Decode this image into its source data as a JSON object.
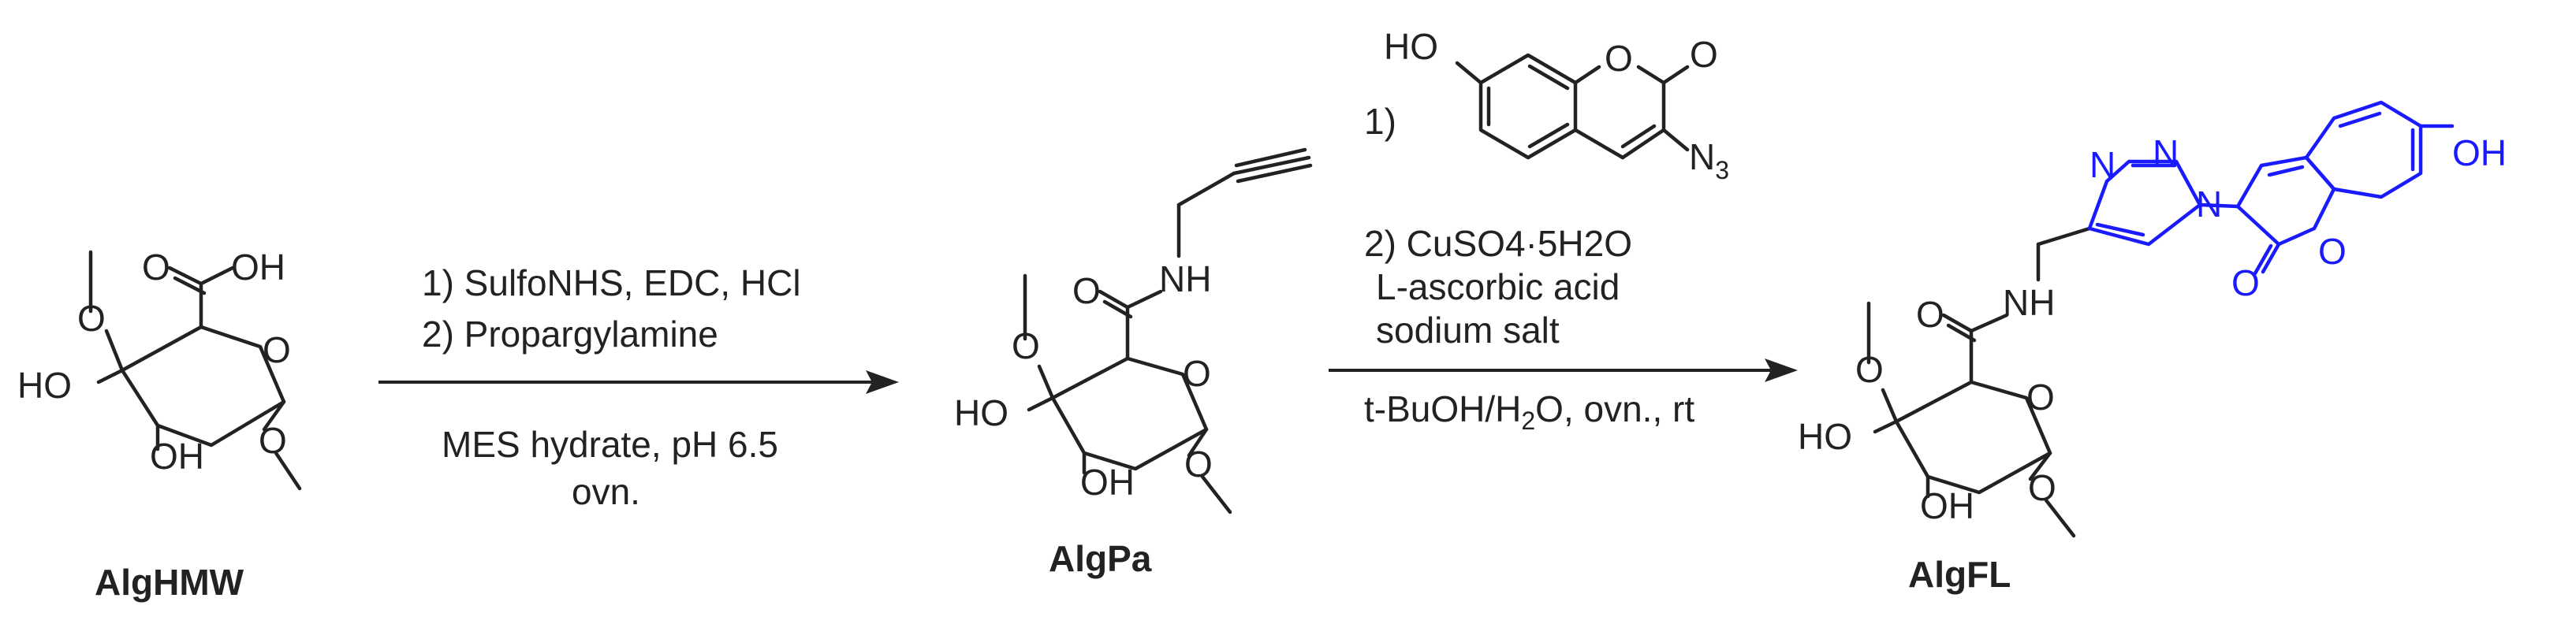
{
  "compounds": {
    "c1": {
      "name": "AlgHMW"
    },
    "c2": {
      "name": "AlgPa"
    },
    "c3": {
      "name": "AlgFL"
    }
  },
  "atoms": {
    "O": "O",
    "OH": "OH",
    "HO": "HO",
    "NH": "NH",
    "N": "N",
    "N3_main": "N",
    "N3_sub": "3"
  },
  "step1": {
    "line1": "1) SulfoNHS, EDC, HCl",
    "line2": "2) Propargylamine",
    "line3": "MES hydrate, pH 6.5",
    "line4": "ovn."
  },
  "step2": {
    "num1": "1)",
    "line2": "2) CuSO4·5H2O",
    "line3": "L-ascorbic acid",
    "line4": "sodium salt",
    "line5_a": "t-BuOH/H",
    "line5_sub": "2",
    "line5_b": "O, ovn., rt"
  },
  "colors": {
    "structure": "#222222",
    "coumarin_triazole": "#1a1aff"
  }
}
